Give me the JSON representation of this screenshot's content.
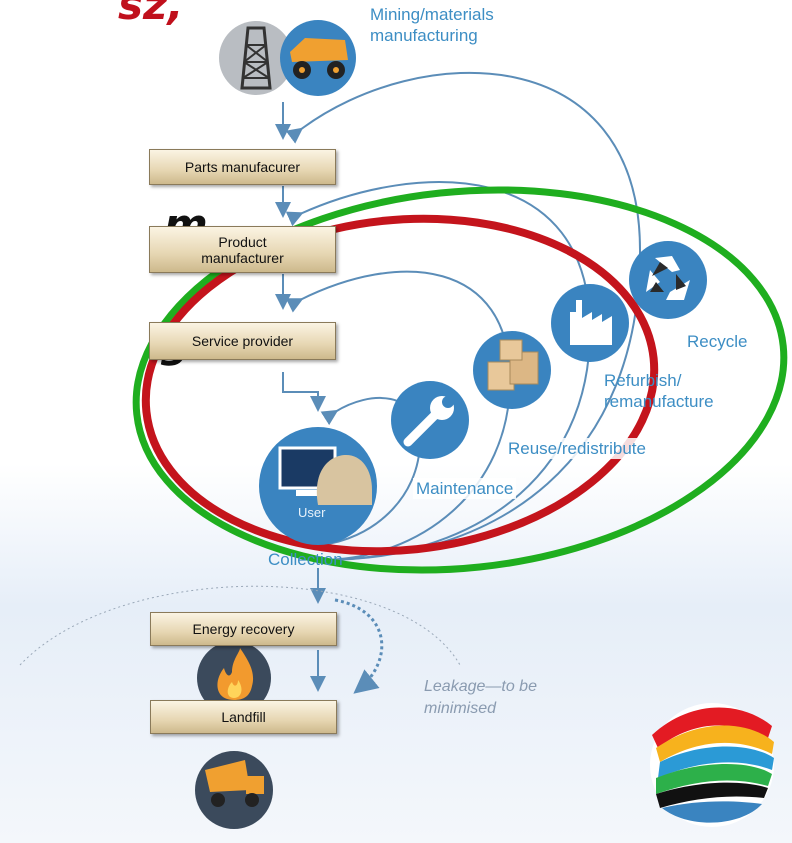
{
  "fragments": {
    "top": "sz,",
    "middle": "m",
    "bottom": "g."
  },
  "stages": {
    "mining": "Mining/materials manufacturing",
    "parts": "Parts manufacurer",
    "product": "Product manufacturer",
    "service": "Service provider",
    "user": "User",
    "collection": "Collection",
    "energy": "Energy recovery",
    "landfill": "Landfill"
  },
  "loops": {
    "maintenance": "Maintenance",
    "reuse": "Reuse/redistribute",
    "refurbish": "Refurbish/ remanufacture",
    "recycle": "Recycle"
  },
  "leakage": "Leakage—to be minimised",
  "colors": {
    "flow": "#5b8db8",
    "icon_circle": "#3a84c0",
    "red_ring": "#c4141c",
    "green_ring": "#1fae1f"
  }
}
